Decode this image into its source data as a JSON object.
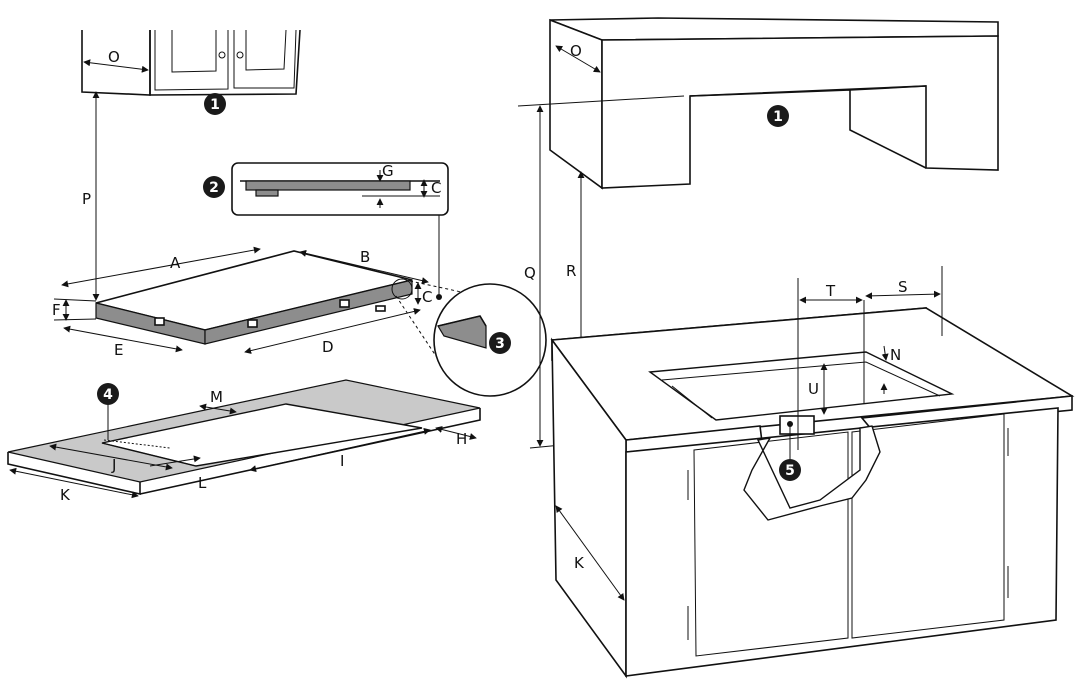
{
  "labels": {
    "A": "A",
    "B": "B",
    "C": "C",
    "D": "D",
    "E": "E",
    "F": "F",
    "G": "G",
    "H": "H",
    "I": "I",
    "J": "J",
    "K": "K",
    "L": "L",
    "M": "M",
    "N": "N",
    "O": "O",
    "P": "P",
    "Q": "Q",
    "R": "R",
    "S": "S",
    "T": "T",
    "U": "U"
  },
  "markers": {
    "m1": "1",
    "m2": "2",
    "m3": "3",
    "m4": "4",
    "m5": "5"
  },
  "colors": {
    "line": "#111111",
    "marker_fill": "#1a1a1a",
    "cutout_fill": "#c9c9c9",
    "hob_side": "#8d8d8d"
  }
}
